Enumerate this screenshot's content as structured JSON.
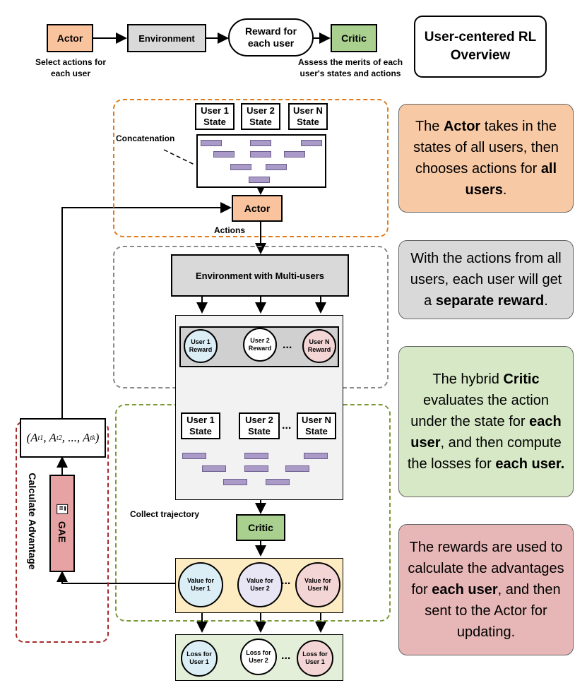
{
  "overview": {
    "actor": "Actor",
    "environment": "Environment",
    "reward": "Reward for\neach user",
    "critic": "Critic",
    "actor_caption": "Select actions for\neach user",
    "critic_caption": "Assess the merits of each\nuser's states and actions",
    "title": "User-centered RL\nOverview"
  },
  "actor_section": {
    "states": [
      "User 1\nState",
      "User 2\nState",
      "User N\nState"
    ],
    "concatenation": "Concatenation",
    "actor": "Actor",
    "actions": "Actions"
  },
  "env_section": {
    "environment": "Environment with Multi-users",
    "rewards": [
      "User 1\nReward",
      "User 2\nReward",
      "User N\nReward"
    ],
    "dots": "..."
  },
  "critic_section": {
    "states": [
      "User 1\nState",
      "User 2\nState",
      "User N\nState"
    ],
    "dots": "...",
    "collect": "Collect trajectory",
    "critic": "Critic",
    "values": [
      "Value for\nUser 1",
      "Value for\nUser 2",
      "Value for\nUser N"
    ],
    "losses": [
      "Loss for\nUser 1",
      "Loss for\nUser 2",
      "Loss for\nUser 1"
    ]
  },
  "advantage_section": {
    "formula": "(A",
    "gae": "GAE",
    "calc": "Calculate Advantage"
  },
  "panels": {
    "actor": {
      "pre": "The ",
      "b1": "Actor",
      "mid": " takes in the states of all users, then chooses actions for ",
      "b2": "all users",
      "post": "."
    },
    "env": {
      "pre": "With the actions from all users, each user will get a ",
      "b1": "separate reward",
      "post": "."
    },
    "critic": {
      "pre": "The hybrid ",
      "b1": "Critic",
      "mid": " evaluates the action under the state for ",
      "b2": "each user",
      "mid2": ", and then compute the losses for ",
      "b3": "each user."
    },
    "adv": {
      "pre": "The rewards are used to calculate the advantages for ",
      "b1": "each user",
      "post": ", and then sent to the Actor for updating."
    }
  },
  "colors": {
    "actor": "#f8c39d",
    "env": "#d9d9d9",
    "critic": "#a9d08e",
    "gae": "#e7a3a3",
    "orange_dash": "#e07b1a",
    "gray_dash": "#8a8a8a",
    "green_dash": "#7a9a3a",
    "red_dash": "#a52a2a"
  }
}
